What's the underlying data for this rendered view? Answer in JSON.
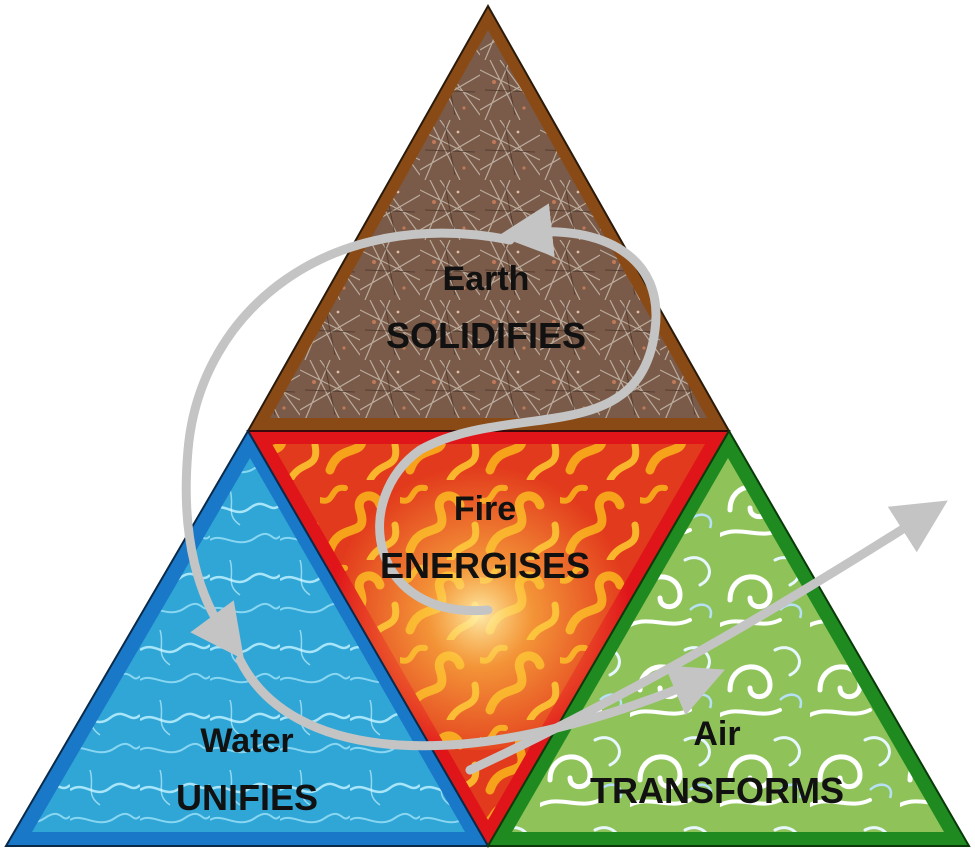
{
  "elements": {
    "earth": {
      "name": "Earth",
      "verb": "SOLIDIFIES",
      "border_color": "#8a4a16",
      "fill_color": "#7d5f4c"
    },
    "fire": {
      "name": "Fire",
      "verb": "ENERGISES",
      "border_color": "#e0151a",
      "fill_color": "#d8411f"
    },
    "water": {
      "name": "Water",
      "verb": "UNIFIES",
      "border_color": "#1a78c8",
      "fill_color": "#3fb0d8"
    },
    "air": {
      "name": "Air",
      "verb": "TRANSFORMS",
      "border_color": "#1f8a1f",
      "fill_color": "#8fc35a"
    }
  },
  "spiral_color": "#c4c4c4"
}
